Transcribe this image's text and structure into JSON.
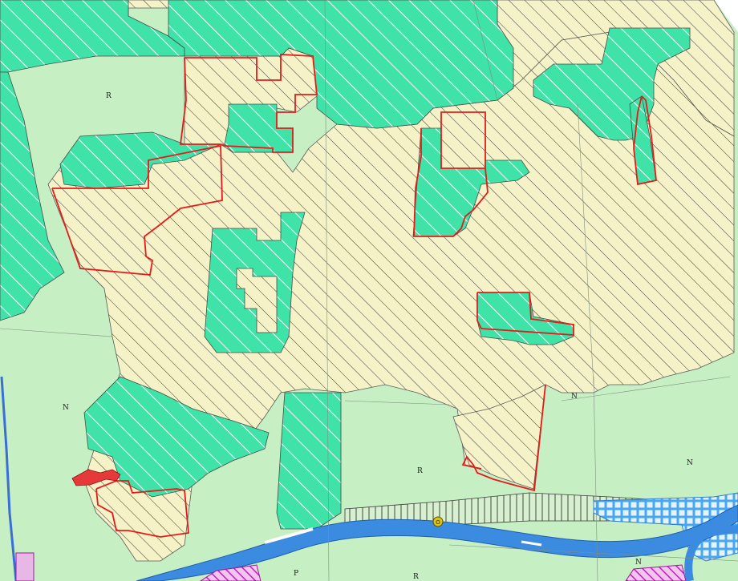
{
  "map": {
    "zone_labels": [
      {
        "id": "r-northwest",
        "text": "R"
      },
      {
        "id": "n-west",
        "text": "N"
      },
      {
        "id": "n-center",
        "text": "N"
      },
      {
        "id": "n-east",
        "text": "N"
      },
      {
        "id": "r-south",
        "text": "R"
      },
      {
        "id": "n-southeast",
        "text": "N"
      },
      {
        "id": "p-bottom",
        "text": "P"
      },
      {
        "id": "r-bottom",
        "text": "R"
      }
    ],
    "marker_symbol": "O",
    "colors": {
      "agricultural_green": "#c6efc3",
      "forest_teal": "#3fe3a7",
      "reserve_cream": "#f4f2c6",
      "boundary_red": "#e41b1b",
      "river_blue": "#3b8ce0",
      "water_light": "#7ec9f2",
      "special_magenta": "#d94bd1",
      "marker_yellow": "#d8c21c"
    },
    "icons": {
      "marker": "circle-marker-icon"
    }
  }
}
